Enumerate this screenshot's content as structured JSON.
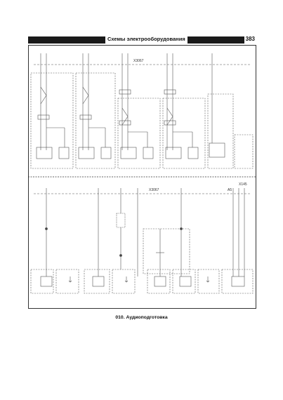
{
  "header": {
    "title": "Схемы электрооборудования",
    "page_number": "383"
  },
  "caption": "010. Аудиоподготовка",
  "connectors": {
    "top": "X3067",
    "bottom": "X3067",
    "side": "X145"
  },
  "labels": {
    "a5": "A5"
  }
}
